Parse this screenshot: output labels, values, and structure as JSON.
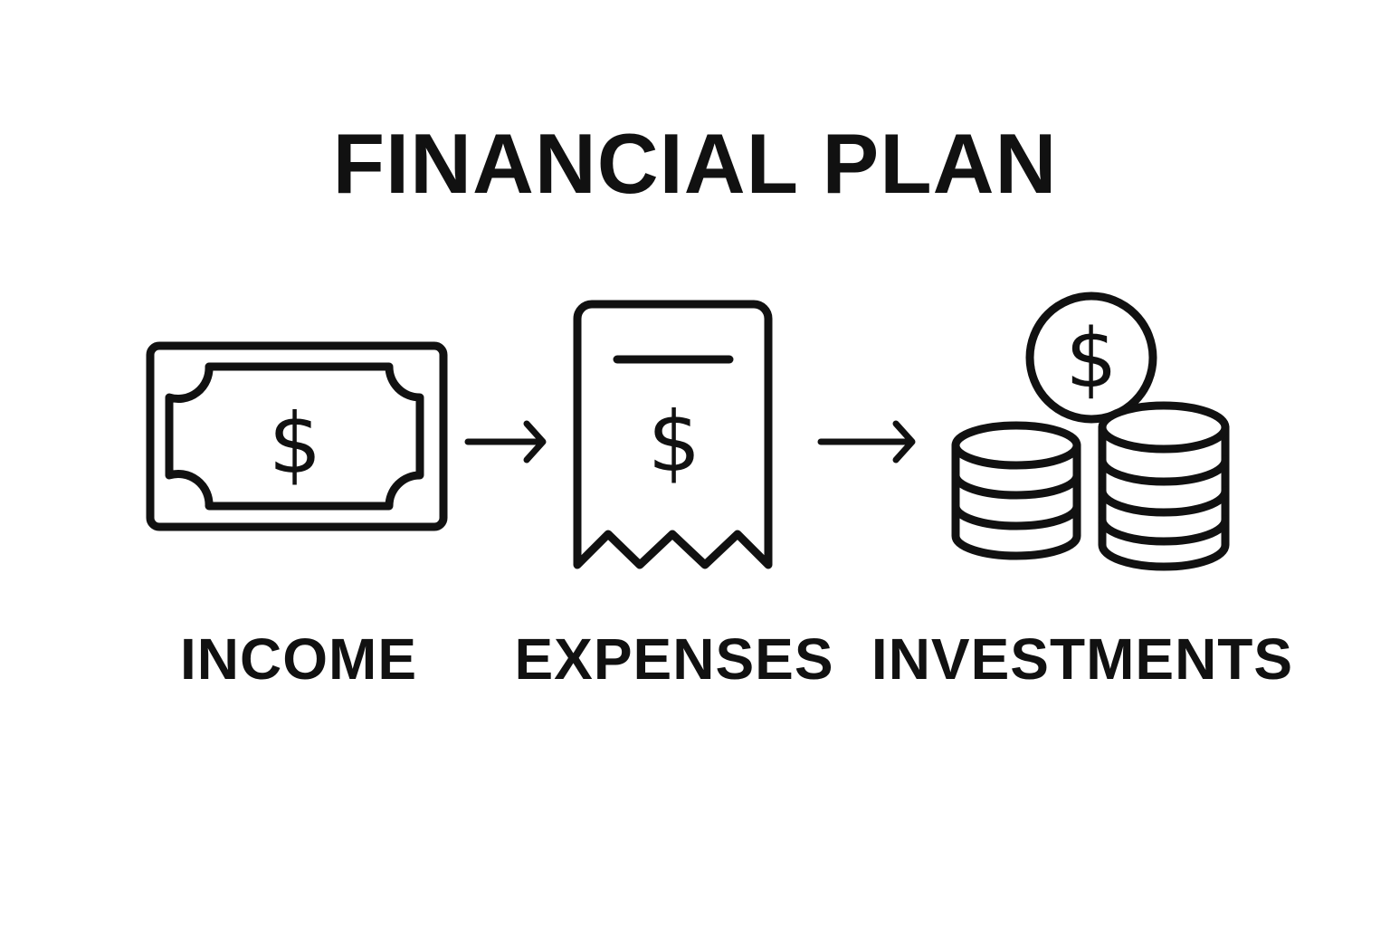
{
  "title": "FINANCIAL PLAN",
  "steps": [
    {
      "label": "INCOME",
      "icon": "banknote-icon"
    },
    {
      "label": "EXPENSES",
      "icon": "receipt-icon"
    },
    {
      "label": "INVESTMENTS",
      "icon": "coin-stacks-icon"
    }
  ],
  "connectors": [
    "arrow-right-icon",
    "arrow-right-icon"
  ],
  "icon_glyph": "$",
  "colors": {
    "background": "#ffffff",
    "ink": "#111111"
  }
}
